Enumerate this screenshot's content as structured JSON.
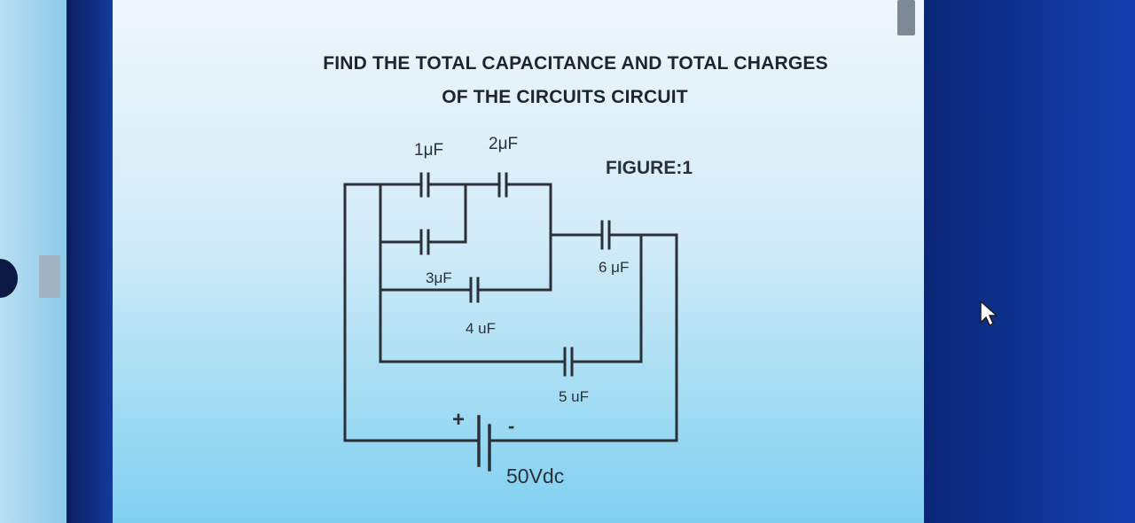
{
  "problem": {
    "title_line1": "FIND THE TOTAL CAPACITANCE AND TOTAL CHARGES",
    "title_line2": "OF THE CIRCUITS CIRCUIT",
    "figure_label": "FIGURE:1"
  },
  "circuit": {
    "c1": "1μF",
    "c2": "2μF",
    "c3": "3μF",
    "c4": "4 uF",
    "c5": "5 uF",
    "c6": "6 μF",
    "battery_plus": "+",
    "battery_minus": "-",
    "source": "50Vdc"
  }
}
